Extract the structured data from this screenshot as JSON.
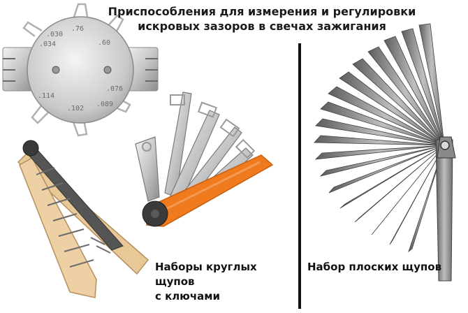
{
  "title": {
    "line1": "Приспособления для измерения и регулировки",
    "line2": "искровых зазоров в свечах зажигания"
  },
  "captions": {
    "round_gauges_line1": "Наборы круглых щупов",
    "round_gauges_line2": "с ключами",
    "flat_gauges": "Набор плоских щупов"
  },
  "disc_markings": [
    ".76",
    ".60",
    ".034",
    ".030",
    ".114",
    ".102",
    ".089",
    ".076"
  ],
  "colors": {
    "steel_light": "#d9d9d9",
    "steel_dark": "#7a7a7a",
    "orange_handle": "#f07a1e",
    "tan_handle": "#e8c79a",
    "divider": "#111111"
  }
}
